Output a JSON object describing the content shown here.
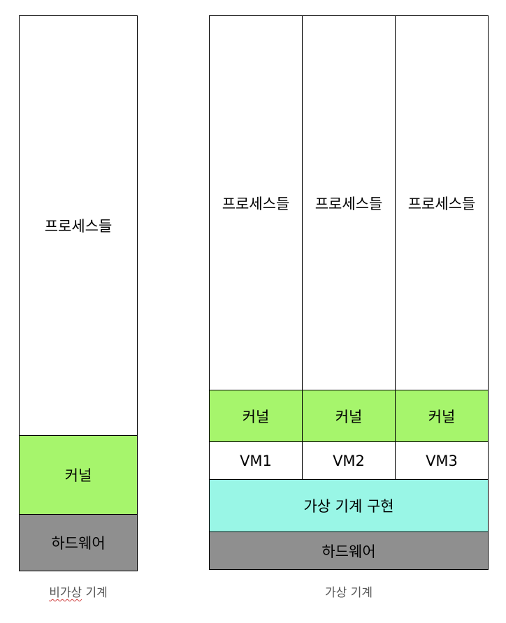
{
  "colors": {
    "processes": "#ffffff",
    "kernel": "#a6f56c",
    "vm": "#ffffff",
    "virtualization": "#99f6e6",
    "hardware": "#8f8f8f",
    "border": "#000000",
    "caption": "#555555"
  },
  "non_virtual": {
    "processes_label": "프로세스들",
    "kernel_label": "커널",
    "hardware_label": "하드웨어",
    "caption": {
      "misspelled_part": "비가상",
      "rest": " 기계"
    }
  },
  "virtual": {
    "vms": [
      {
        "processes_label": "프로세스들",
        "kernel_label": "커널",
        "vm_label": "VM1"
      },
      {
        "processes_label": "프로세스들",
        "kernel_label": "커널",
        "vm_label": "VM2"
      },
      {
        "processes_label": "프로세스들",
        "kernel_label": "커널",
        "vm_label": "VM3"
      }
    ],
    "virtualization_label": "가상 기계 구현",
    "hardware_label": "하드웨어",
    "caption": "가상 기계"
  }
}
